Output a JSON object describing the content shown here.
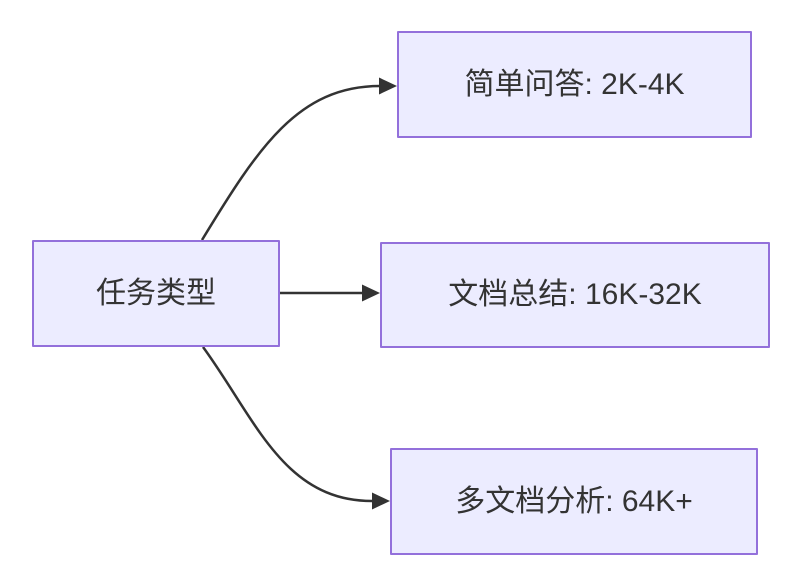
{
  "diagram": {
    "type": "flowchart",
    "direction": "left-to-right",
    "root": {
      "id": "task-type",
      "label": "任务类型"
    },
    "branches": [
      {
        "id": "simple-qa",
        "label": "简单问答: 2K-4K"
      },
      {
        "id": "doc-summary",
        "label": "文档总结: 16K-32K"
      },
      {
        "id": "multi-doc",
        "label": "多文档分析: 64K+"
      }
    ],
    "edges": [
      {
        "from": "task-type",
        "to": "simple-qa"
      },
      {
        "from": "task-type",
        "to": "doc-summary"
      },
      {
        "from": "task-type",
        "to": "multi-doc"
      }
    ],
    "colors": {
      "node_fill": "#ECECFF",
      "node_border": "#9370DB",
      "edge": "#333333",
      "text": "#333333",
      "background": "#FFFFFF"
    }
  }
}
